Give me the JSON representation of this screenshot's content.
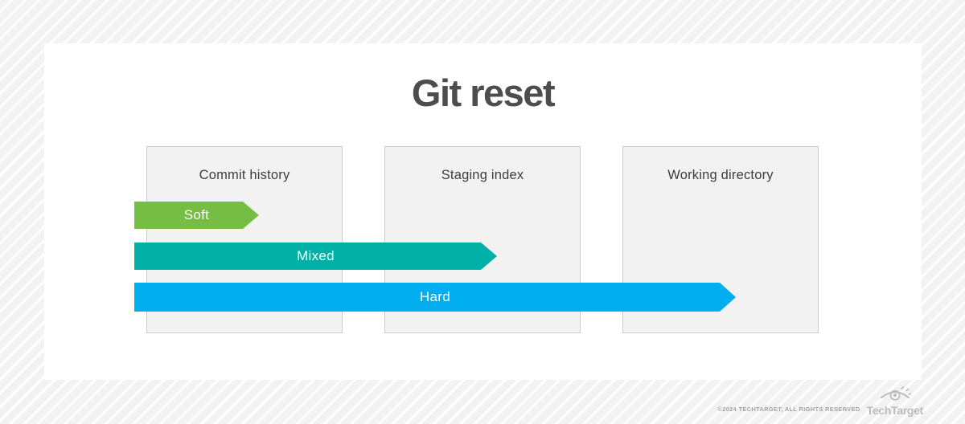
{
  "title": "Git reset",
  "columns": [
    {
      "label": "Commit history"
    },
    {
      "label": "Staging index"
    },
    {
      "label": "Working directory"
    }
  ],
  "arrows": [
    {
      "label": "Soft",
      "color": "#76BE43",
      "reaches": "Commit history"
    },
    {
      "label": "Mixed",
      "color": "#00B0A6",
      "reaches": "Staging index"
    },
    {
      "label": "Hard",
      "color": "#00AEEF",
      "reaches": "Working directory"
    }
  ],
  "footer": {
    "copyright": "©2024 TECHTARGET, ALL RIGHTS RESERVED",
    "brand": "TechTarget",
    "logo_icon": "eye-icon"
  },
  "colors": {
    "title_text": "#4D4D4F",
    "box_background": "#F2F2F2",
    "box_border": "#CCCCCC",
    "card_background": "#FFFFFF",
    "arrow_soft": "#76BE43",
    "arrow_mixed": "#00B0A6",
    "arrow_hard": "#00AEEF",
    "logo_gray": "#BDBDBD"
  }
}
